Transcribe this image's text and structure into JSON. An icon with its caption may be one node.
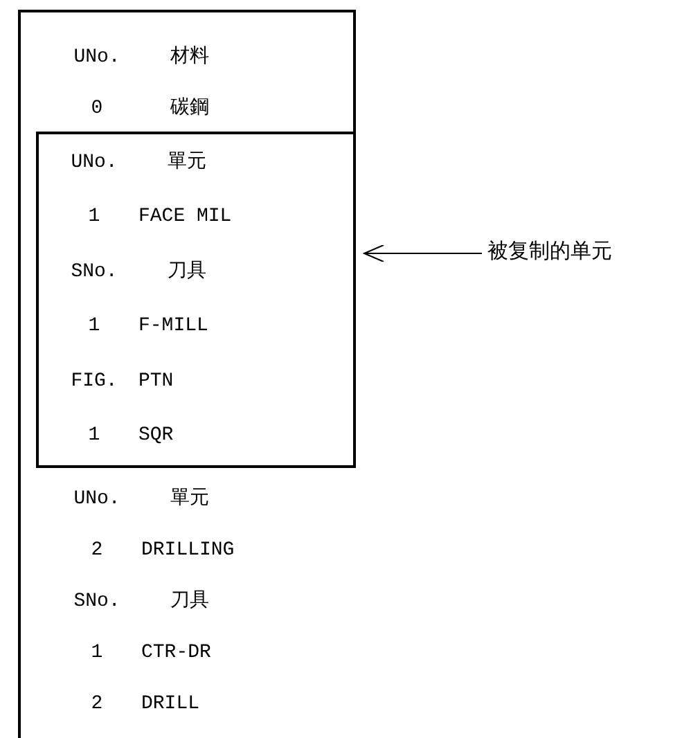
{
  "diagram": {
    "nodes": [
      {
        "text": [
          "UNo.",
          "材料",
          "0",
          "碳鋼",
          "UNo.",
          "單元",
          "2",
          "DRILLING",
          "SNo.",
          "刀具",
          "1",
          "CTR-DR",
          "2",
          "DRILL"
        ]
      },
      {
        "text": [
          "UNo.",
          "單元",
          "1",
          "FACE MIL",
          "SNo.",
          "刀具",
          "1",
          "F-MILL",
          "FIG.",
          "PTN",
          "1",
          "SQR"
        ],
        "in": 0
      },
      {
        "text": [
          "被复制的单元"
        ]
      }
    ],
    "edges": [
      {
        "from": 2,
        "to": 1,
        "arrow": "to"
      }
    ]
  }
}
